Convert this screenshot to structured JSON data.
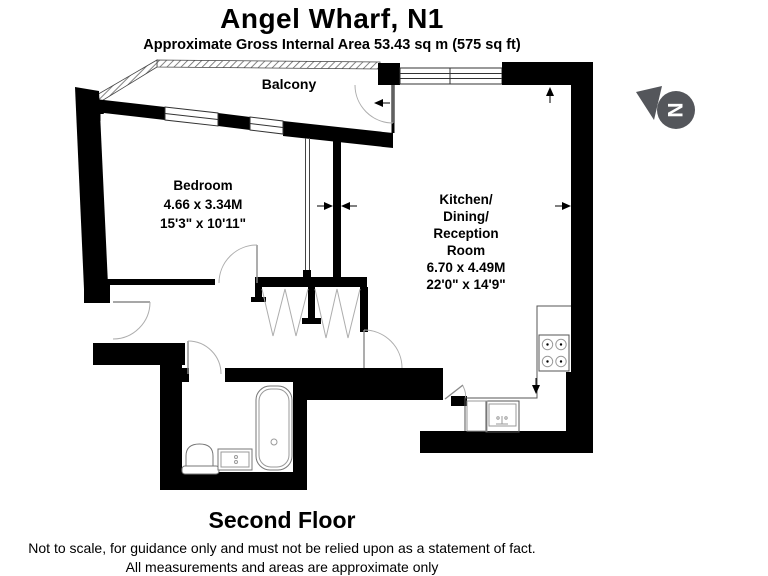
{
  "header": {
    "title": "Angel Wharf, N1",
    "subtitle": "Approximate Gross Internal Area  53.43 sq m (575 sq ft)"
  },
  "rooms": {
    "balcony": {
      "label": "Balcony"
    },
    "bedroom": {
      "label": "Bedroom",
      "dimensions_metric": "4.66 x 3.34M",
      "dimensions_imperial": "15'3\" x 10'11\""
    },
    "kitchen": {
      "label_lines": [
        "Kitchen/",
        "Dining/",
        "Reception",
        "Room"
      ],
      "dimensions_metric": "6.70 x 4.49M",
      "dimensions_imperial": "22'0\" x 14'9\""
    }
  },
  "floor_label": "Second Floor",
  "footer": {
    "line1": "Not to scale, for guidance only and must not be relied upon as a statement of fact.",
    "line2": "All measurements and areas are approximate only"
  },
  "compass": {
    "letter": "N",
    "color": "#54565b"
  },
  "colors": {
    "wall": "#000000",
    "background": "#ffffff"
  }
}
